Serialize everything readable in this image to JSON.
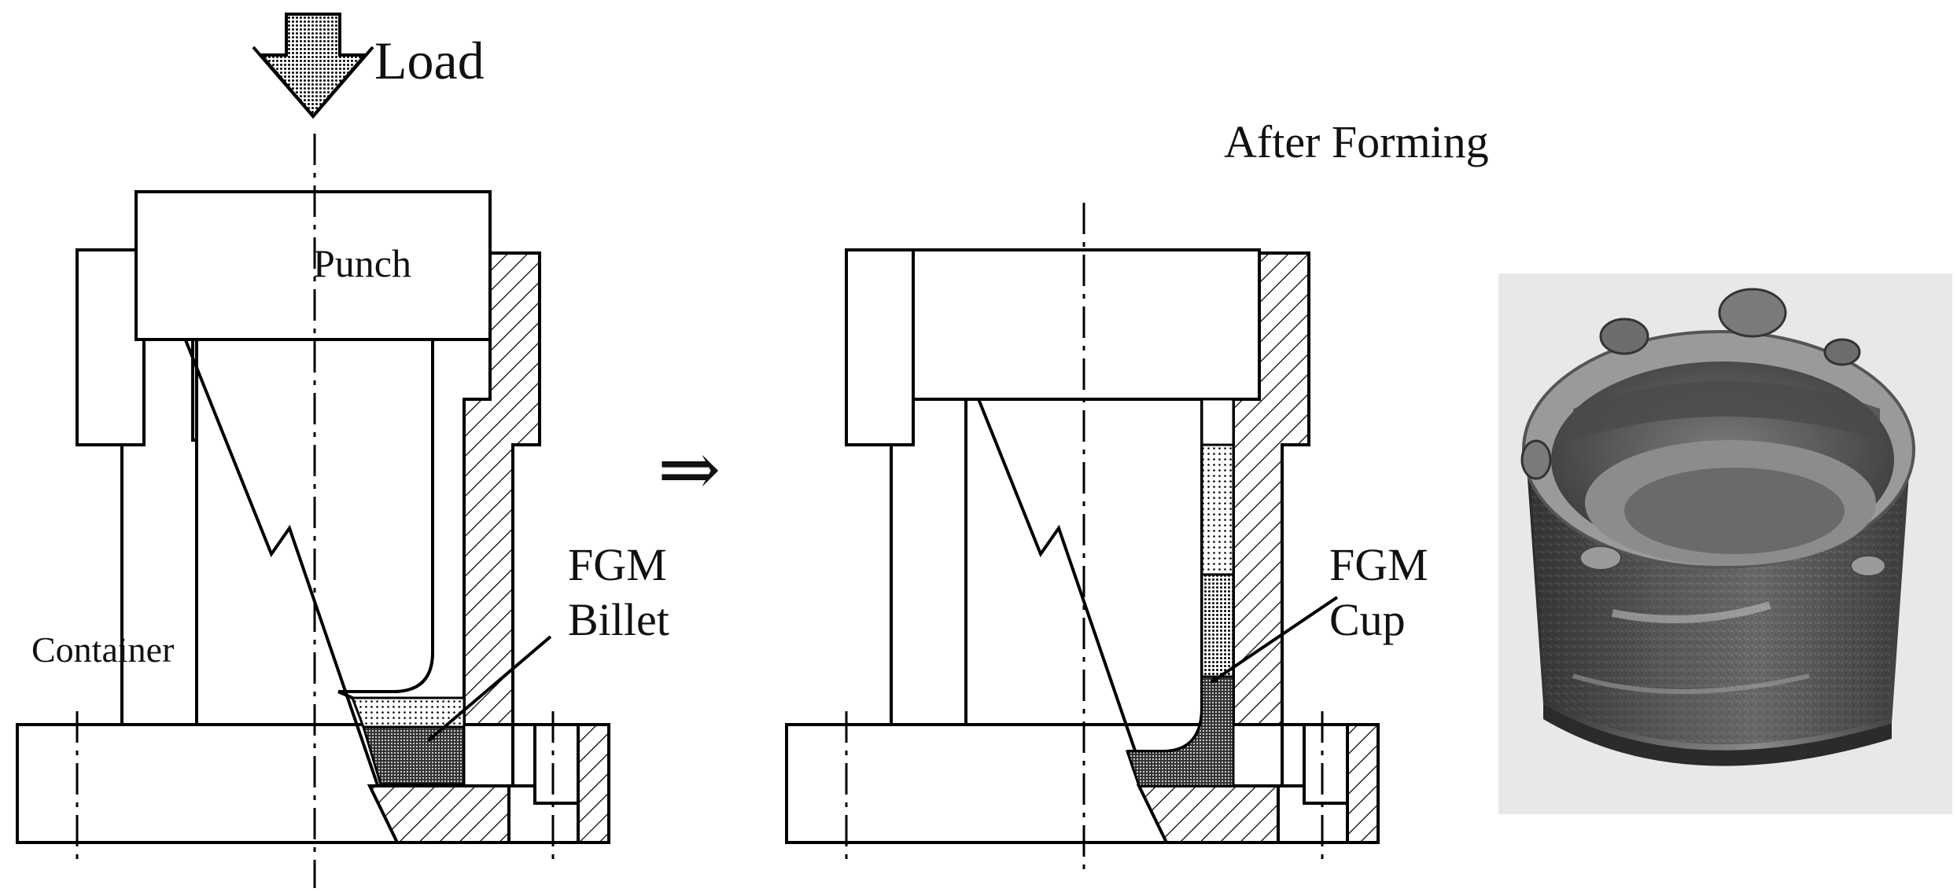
{
  "labels": {
    "load": "Load",
    "punch": "Punch",
    "container": "Container",
    "fgm_billet_line1": "FGM",
    "fgm_billet_line2": "Billet",
    "after_forming": "After Forming",
    "fgm_cup_line1": "FGM",
    "fgm_cup_line2": "Cup",
    "transition_arrow": "⇒"
  },
  "photo": {
    "subject": "formed FGM cup",
    "tone": "grayscale"
  }
}
